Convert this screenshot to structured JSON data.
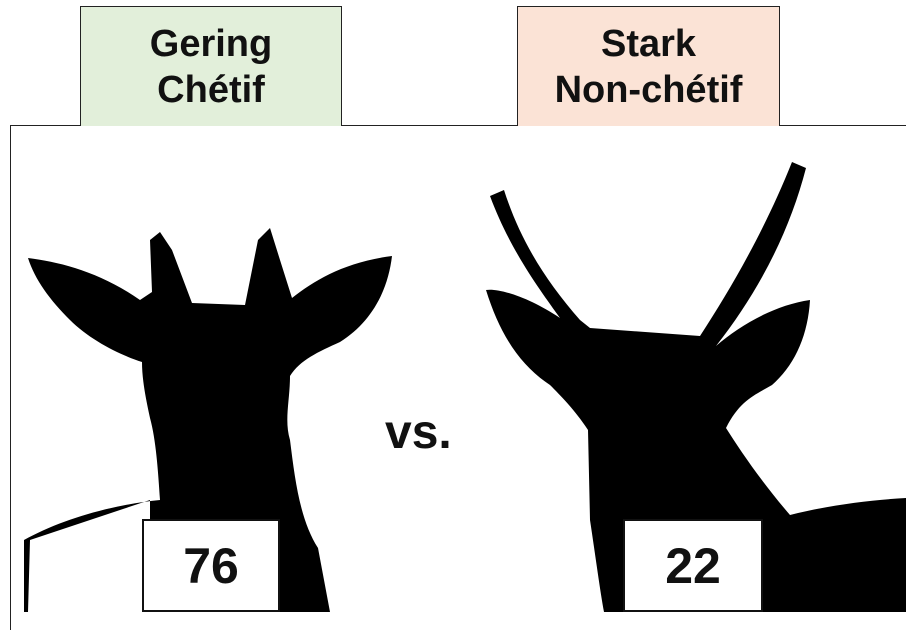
{
  "colors": {
    "left_tab_fill": "#e2efda",
    "right_tab_fill": "#fbe3d6",
    "silhouette": "#000000"
  },
  "left": {
    "name": "Gering",
    "label": "Chétif",
    "count": "76",
    "icon": "goat-head-short-horns-icon"
  },
  "right": {
    "name": "Stark",
    "label": "Non-chétif",
    "count": "22",
    "icon": "antelope-head-long-horns-icon"
  },
  "versus": "vs."
}
